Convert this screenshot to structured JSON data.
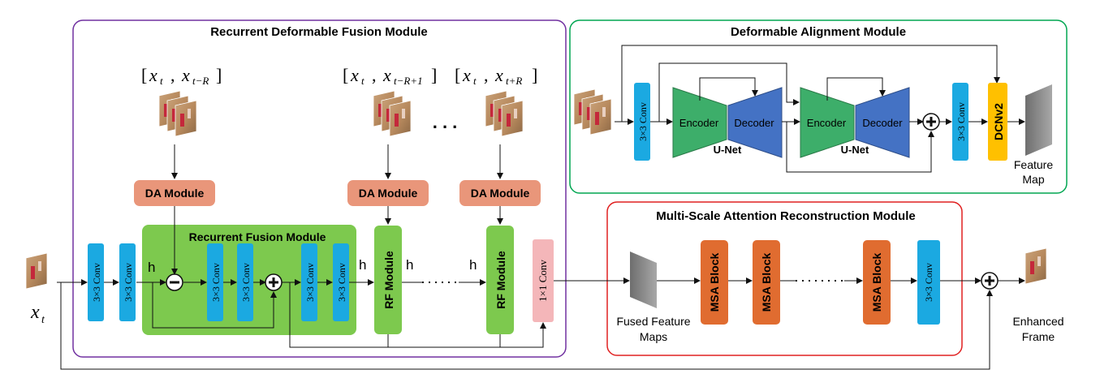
{
  "modules": {
    "rdfm_title": "Recurrent Deformable Fusion Module",
    "dam_title": "Deformable Alignment Module",
    "msar_title": "Multi-Scale Attention Reconstruction Module",
    "rfm_title": "Recurrent Fusion Module"
  },
  "inputs": {
    "pair1_a": "x",
    "pair1_a_sub": "t",
    "pair1_b": "x",
    "pair1_b_sub": "t−R",
    "pair2_a": "x",
    "pair2_a_sub": "t",
    "pair2_b": "x",
    "pair2_b_sub": "t−R+1",
    "pair3_a": "x",
    "pair3_a_sub": "t",
    "pair3_b": "x",
    "pair3_b_sub": "t+R",
    "xt": "x",
    "xt_sub": "t",
    "ellipsis": ". . ."
  },
  "blocks": {
    "conv3": "3×3 Conv",
    "conv1": "1×1 Conv",
    "da": "DA Module",
    "rf": "RF Module",
    "encoder": "Encoder",
    "decoder": "Decoder",
    "unet": "U-Net",
    "dcn": "DCNv2",
    "msa": "MSA Block"
  },
  "signals": {
    "h": "h"
  },
  "outputs": {
    "feature_map_1": "Feature",
    "feature_map_2": "Map",
    "fused_1": "Fused Feature",
    "fused_2": "Maps",
    "enhanced_1": "Enhanced",
    "enhanced_2": "Frame"
  },
  "colors": {
    "conv": "#1BA9E1",
    "da": "#E9967A",
    "rf": "#7DC94E",
    "rfm_bg": "#7DC94E",
    "encoder": "#3DAE6A",
    "decoder": "#4472C4",
    "dcn": "#FFC000",
    "msa": "#E06C30",
    "conv1": "#F4B6B9",
    "rdfm_border": "#7030A0",
    "dam_border": "#00A651",
    "msar_border": "#E02020"
  }
}
